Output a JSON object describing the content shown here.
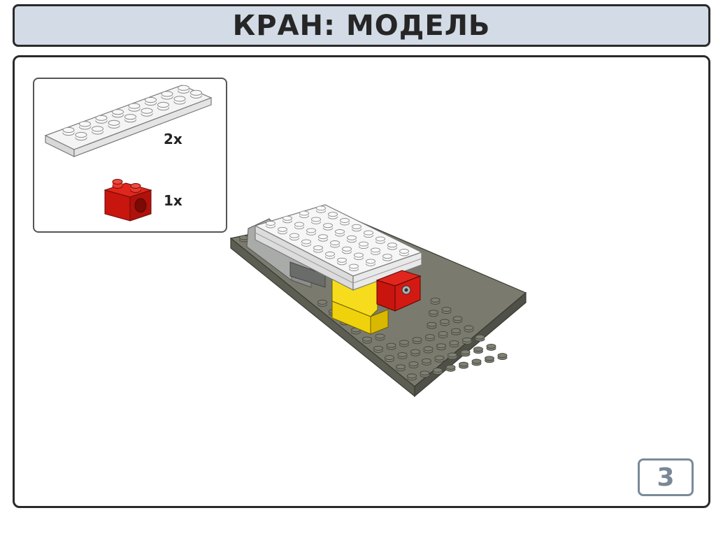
{
  "header": {
    "title": "КРАН: МОДЕЛЬ"
  },
  "parts_list": {
    "items": [
      {
        "name": "white-plate",
        "quantity": "2x"
      },
      {
        "name": "red-technic-brick",
        "quantity": "1x"
      }
    ]
  },
  "page": {
    "number": "3"
  },
  "colors": {
    "title_bg": "#d3dbe6",
    "border": "#2a2a2a",
    "baseplate": "#6d6e62",
    "white_brick": "#f2f2f2",
    "yellow_brick": "#f5d70f",
    "red_brick": "#d0160f",
    "grey_motor": "#a8aaa8"
  }
}
